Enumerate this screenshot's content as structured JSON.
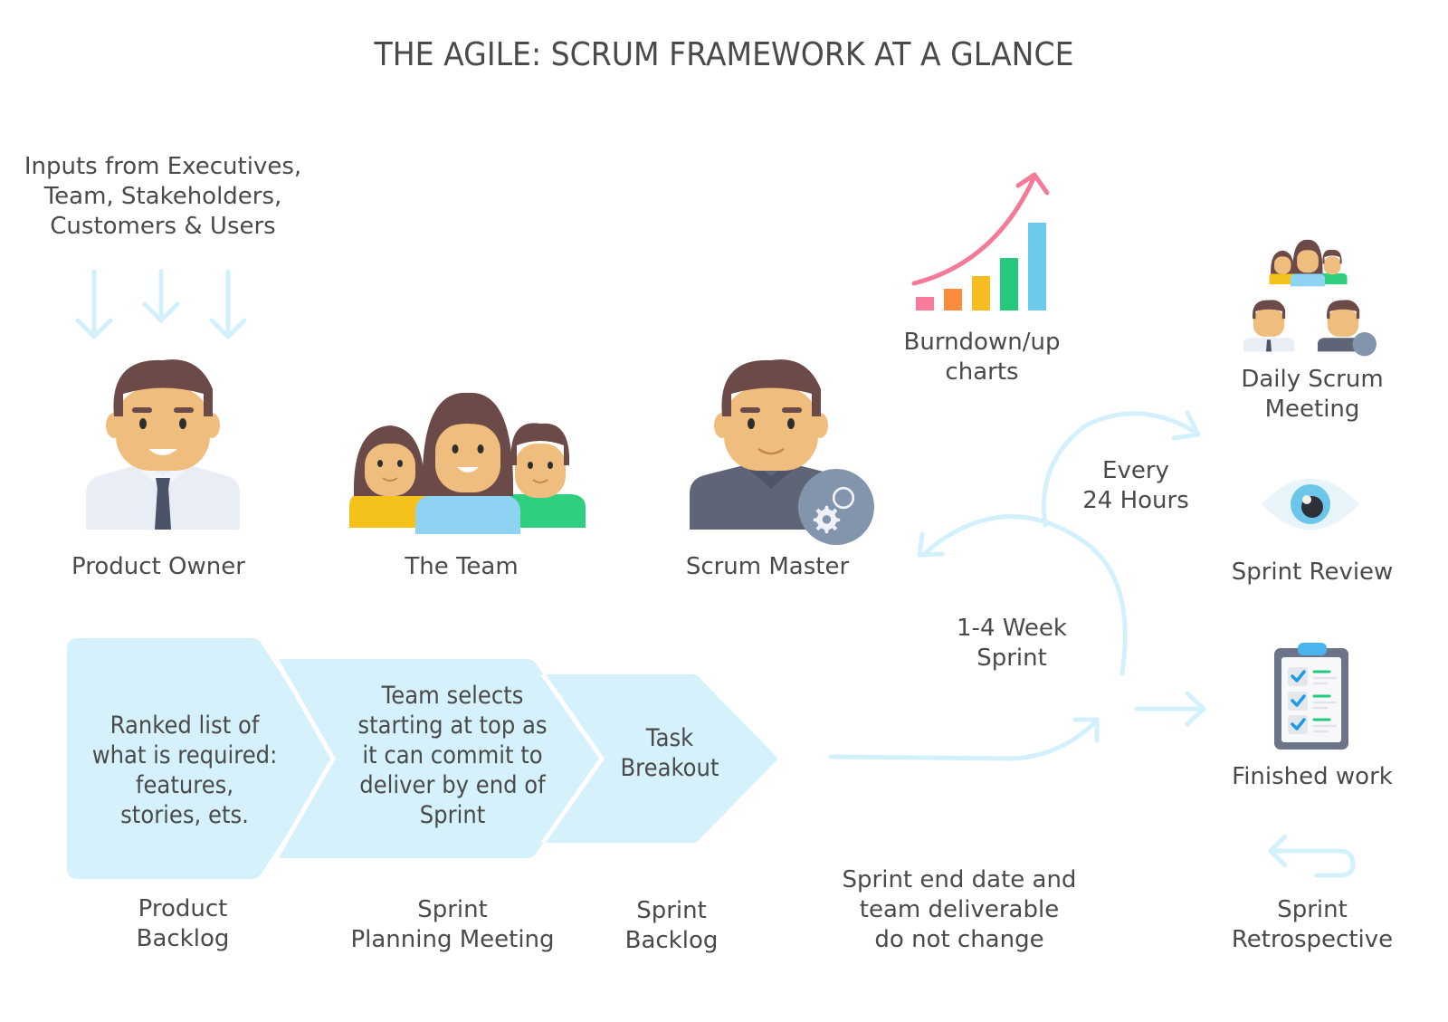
{
  "title": "THE AGILE: SCRUM FRAMEWORK AT A GLANCE",
  "inputs": {
    "text": "Inputs from Executives,\nTeam, Stakeholders,\nCustomers & Users",
    "arrow_icon": "arrow-down-icon"
  },
  "roles": [
    {
      "label": "Product Owner",
      "icon": "product-owner-avatar-icon"
    },
    {
      "label": "The Team",
      "icon": "team-group-icon"
    },
    {
      "label": "Scrum Master",
      "icon": "scrum-master-gear-icon"
    }
  ],
  "burndown": {
    "label": "Burndown/up\ncharts",
    "icon": "rising-bar-chart-icon",
    "bar_colors": [
      "#f77b9a",
      "#fa8b3f",
      "#f5bd22",
      "#23c97d",
      "#6ccbea"
    ],
    "curve_color": "#f47a97"
  },
  "cycles": {
    "daily": "Every\n24 Hours",
    "sprint": "1-4 Week\nSprint"
  },
  "process": [
    {
      "text": "Ranked list of\nwhat is required:\nfeatures,\nstories, ets.",
      "label": "Product\nBacklog"
    },
    {
      "text": "Team selects\nstarting at top as\nit can commit to\ndeliver by end of\nSprint",
      "label": "Sprint\nPlanning Meeting"
    },
    {
      "text": "Task\nBreakout",
      "label": "Sprint\nBacklog"
    }
  ],
  "sprint_note": "Sprint end date and\nteam deliverable\ndo not change",
  "outcomes": [
    {
      "label": "Daily Scrum\nMeeting",
      "icon": "daily-scrum-people-icon"
    },
    {
      "label": "Sprint Review",
      "icon": "eye-icon"
    },
    {
      "label": "Finished work",
      "icon": "clipboard-checklist-icon"
    },
    {
      "label": "Sprint\nRetrospective",
      "icon": "return-arrow-icon"
    }
  ],
  "colors": {
    "box_fill": "#d5f2fc",
    "arrow": "#d3f1fd",
    "text": "#4a4a4a",
    "hair": "#6b4a47",
    "skin": "#efbd7e"
  }
}
